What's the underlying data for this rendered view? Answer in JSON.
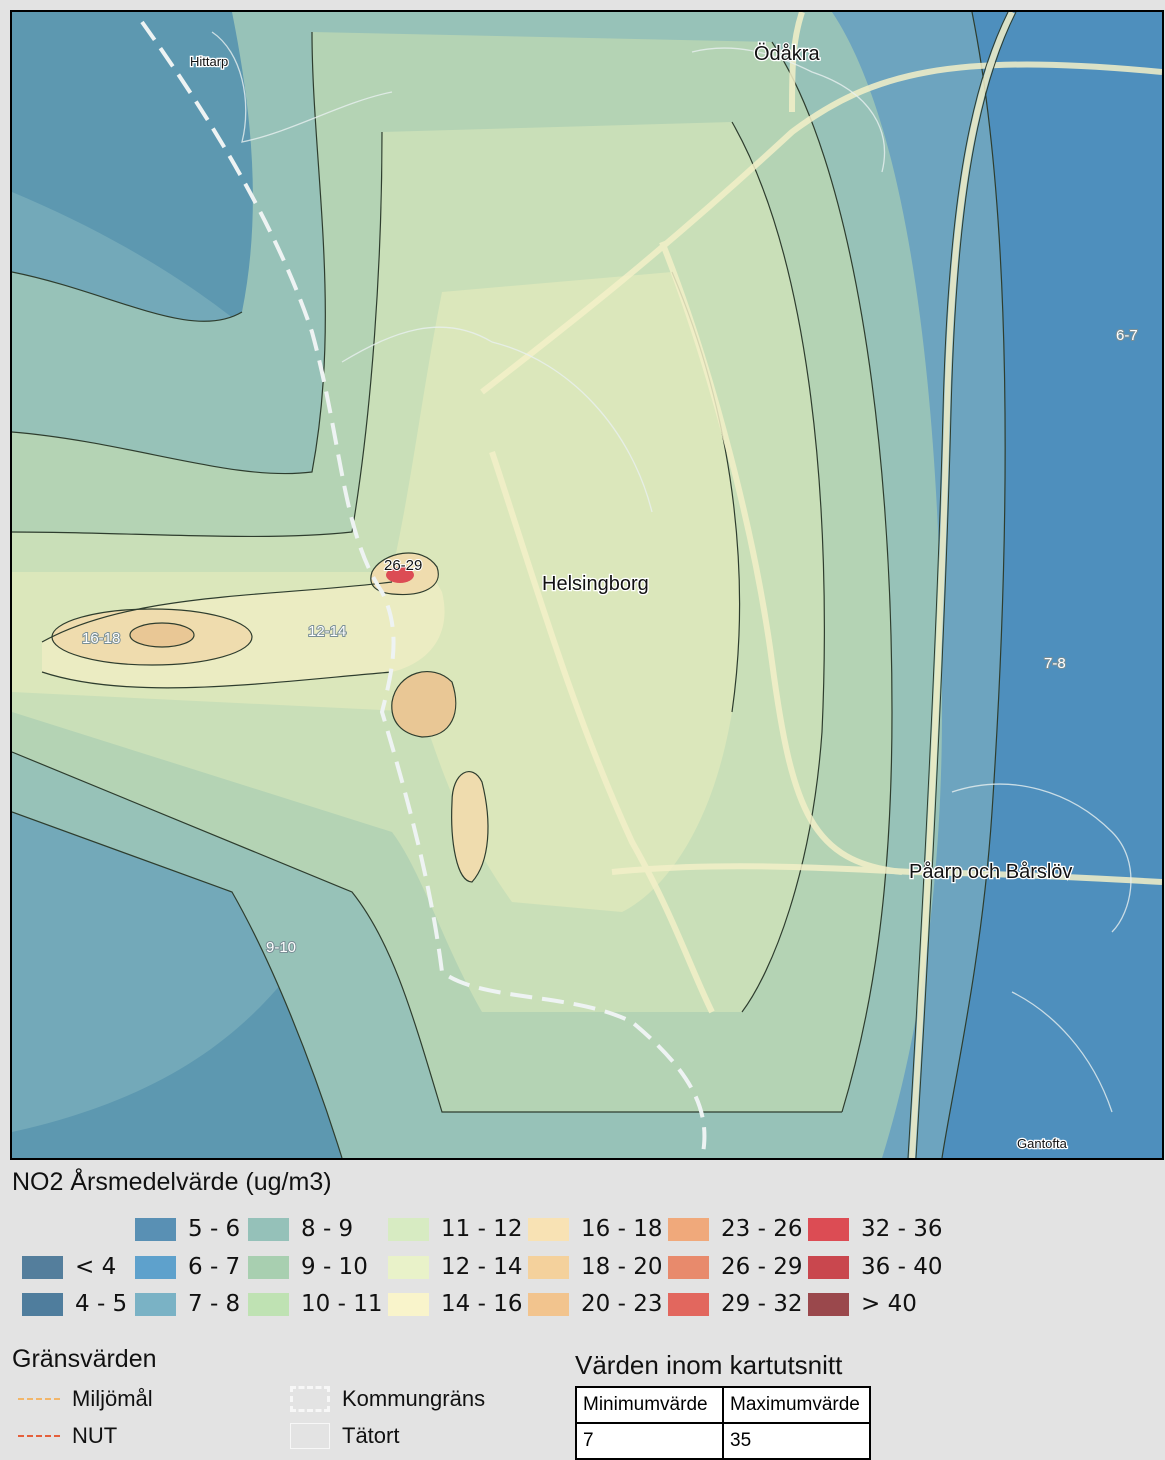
{
  "map": {
    "places": [
      {
        "name": "Hittarp",
        "size": "small"
      },
      {
        "name": "Ödåkra",
        "size": "large"
      },
      {
        "name": "Helsingborg",
        "size": "large"
      },
      {
        "name": "Påarp och Bårslöv",
        "size": "large"
      },
      {
        "name": "Gantofta",
        "size": "small"
      }
    ],
    "contour_labels": [
      "16-18",
      "12-14",
      "26-29",
      "6-7",
      "7-8",
      "9-10"
    ],
    "band_colors": {
      "sea_far": "#5d98b0",
      "sea_mid": "#73a9b9",
      "band_9_10": "#97c2b8",
      "band_10_11": "#b4d3b4",
      "band_11_12": "#c9dfb8",
      "band_12_14": "#dbe7bb",
      "band_14_16": "#ebecc2",
      "band_16_18": "#efdcae",
      "band_18_20": "#e9c795",
      "inland_far": "#4e8fbd",
      "inland_mid": "#6da4bf"
    }
  },
  "legend": {
    "title": "NO2 Årsmedelvärde (ug/m3)",
    "items": [
      {
        "label": "< 4",
        "color": "#547e9c"
      },
      {
        "label": "4 - 5",
        "color": "#4f7d9d"
      },
      {
        "label": "5 - 6",
        "color": "#5990b4"
      },
      {
        "label": "6 - 7",
        "color": "#5ea1cc"
      },
      {
        "label": "7 - 8",
        "color": "#7ab2c5"
      },
      {
        "label": "8 - 9",
        "color": "#95c1b9"
      },
      {
        "label": "9 - 10",
        "color": "#a8cfb0"
      },
      {
        "label": "10 - 11",
        "color": "#bfe2b3"
      },
      {
        "label": "11 - 12",
        "color": "#d7ebc2"
      },
      {
        "label": "12 - 14",
        "color": "#e9f2c9"
      },
      {
        "label": "14 - 16",
        "color": "#f9f4cb"
      },
      {
        "label": "16 - 18",
        "color": "#f8e2b4"
      },
      {
        "label": "18 - 20",
        "color": "#f4d19c"
      },
      {
        "label": "20 - 23",
        "color": "#f2c48e"
      },
      {
        "label": "23 - 26",
        "color": "#f0a97b"
      },
      {
        "label": "26 - 29",
        "color": "#e88a6c"
      },
      {
        "label": "29 - 32",
        "color": "#e2675e"
      },
      {
        "label": "32 - 36",
        "color": "#dc4c54"
      },
      {
        "label": "36 - 40",
        "color": "#c9474e"
      },
      {
        "label": "> 40",
        "color": "#9a484c"
      }
    ]
  },
  "limits": {
    "title": "Gränsvärden",
    "items": [
      {
        "label": "Miljömål",
        "color": "#f2b66a"
      },
      {
        "label": "NUT",
        "color": "#e5603c"
      }
    ]
  },
  "borders": {
    "items": [
      {
        "label": "Kommungräns",
        "style": "dashed-white"
      },
      {
        "label": "Tätort",
        "style": "solid-white"
      }
    ]
  },
  "values": {
    "title": "Värden inom kartutsnitt",
    "headers": [
      "Minimumvärde",
      "Maximumvärde"
    ],
    "min": "7",
    "max": "35"
  }
}
